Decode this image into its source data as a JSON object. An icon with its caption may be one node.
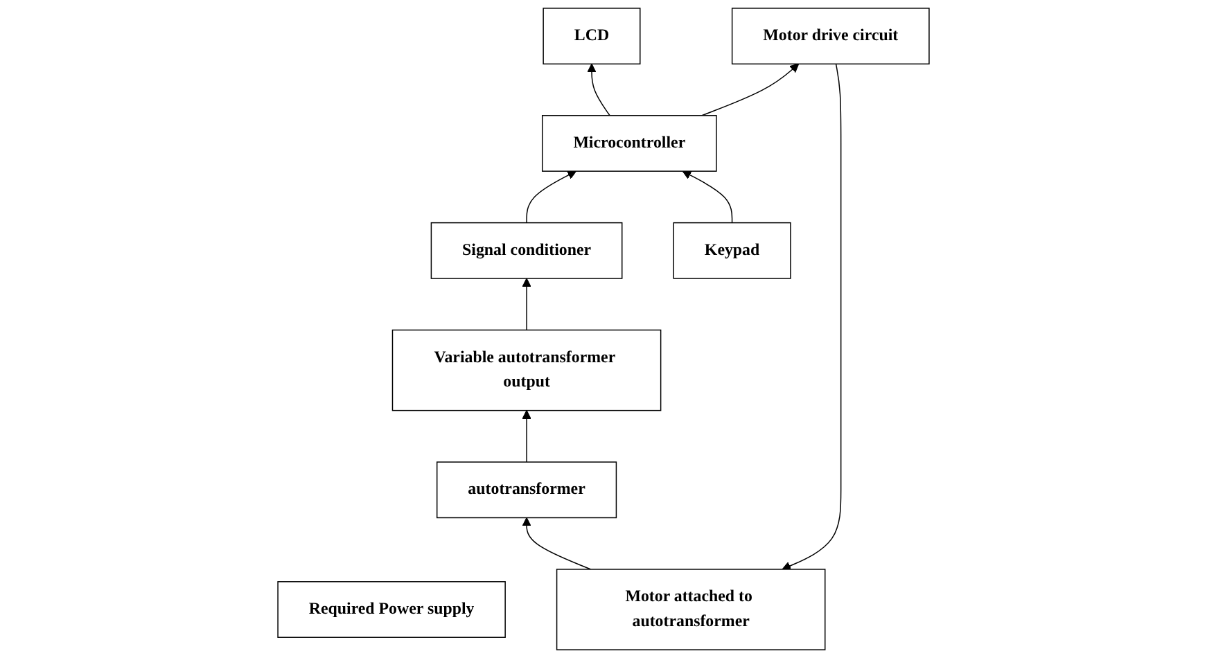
{
  "diagram": {
    "nodes": [
      {
        "text": [
          "Required Power supply"
        ]
      },
      {
        "text": [
          "Motor attached to autotransformer"
        ]
      },
      {
        "text": [
          "LCD"
        ]
      },
      {
        "text": [
          "Motor drive circuit"
        ]
      },
      {
        "text": [
          "Microcontroller"
        ]
      },
      {
        "text": [
          "autotransformer"
        ]
      },
      {
        "text": [
          "Signal conditioner"
        ]
      },
      {
        "text": [
          "Keypad"
        ]
      },
      {
        "text": [
          "Variable autotransformer output"
        ]
      }
    ],
    "edges": [
      {
        "from": 4,
        "to": 2,
        "arrow": "to"
      },
      {
        "from": 4,
        "to": 3,
        "arrow": "to"
      },
      {
        "from": 3,
        "to": 1,
        "arrow": "to"
      },
      {
        "from": 1,
        "to": 5,
        "arrow": "to"
      },
      {
        "from": 5,
        "to": 8,
        "arrow": "to"
      },
      {
        "from": 8,
        "to": 6,
        "arrow": "to"
      },
      {
        "from": 6,
        "to": 4,
        "arrow": "to"
      },
      {
        "from": 7,
        "to": 4,
        "arrow": "to"
      }
    ]
  }
}
